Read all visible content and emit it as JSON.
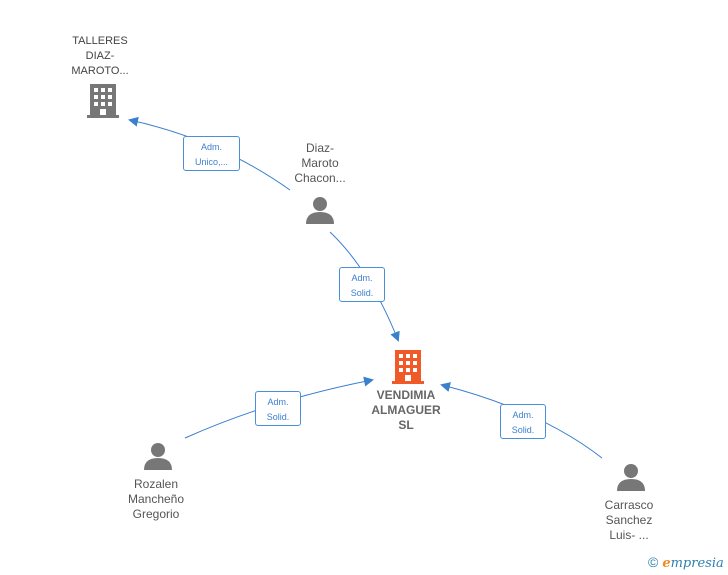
{
  "nodes": {
    "talleres": {
      "lines": [
        "TALLERES",
        "DIAZ-",
        "MAROTO..."
      ]
    },
    "diaz": {
      "lines": [
        "Diaz-",
        "Maroto",
        "Chacon..."
      ]
    },
    "vendimia": {
      "lines": [
        "VENDIMIA",
        "ALMAGUER",
        "SL"
      ]
    },
    "rozalen": {
      "lines": [
        "Rozalen",
        "Mancheño",
        "Gregorio"
      ]
    },
    "carrasco": {
      "lines": [
        "Carrasco",
        "Sanchez",
        "Luis- ..."
      ]
    }
  },
  "edges": {
    "diaz_talleres": {
      "lines": [
        "Adm.",
        "Unico,..."
      ]
    },
    "diaz_vendimia": {
      "lines": [
        "Adm.",
        "Solid."
      ]
    },
    "rozalen_vendimia": {
      "lines": [
        "Adm.",
        "Solid."
      ]
    },
    "carrasco_vendimia": {
      "lines": [
        "Adm.",
        "Solid."
      ]
    }
  },
  "brand": {
    "copyright": "©",
    "name_first": "e",
    "name_rest": "mpresia"
  },
  "colors": {
    "edge": "#3b7fcf",
    "main_company": "#f05a28",
    "other_company": "#777777",
    "person": "#777777"
  }
}
